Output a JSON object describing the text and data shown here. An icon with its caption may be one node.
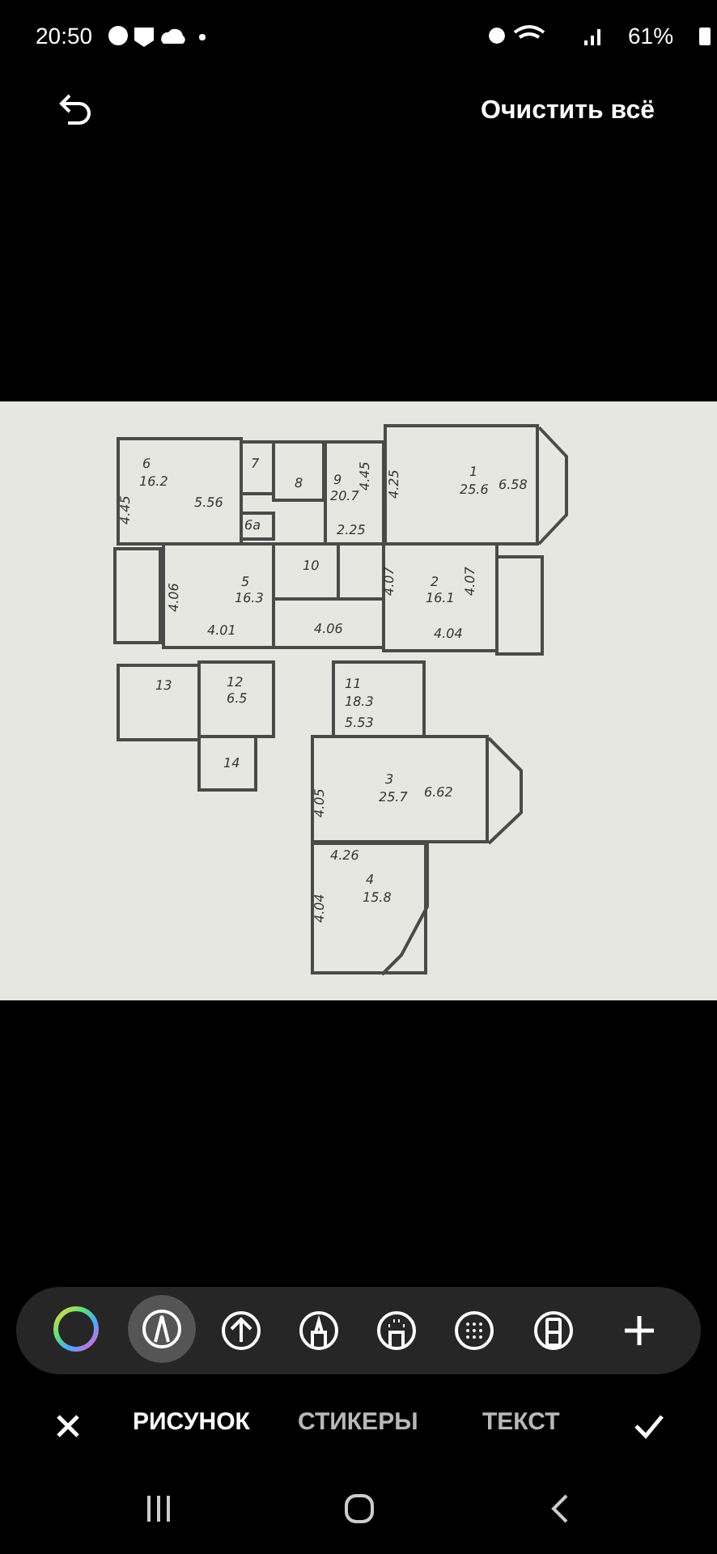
{
  "diagram": {
    "nodes": [
      {
        "text": [
          "6",
          "16.2",
          "5.56",
          "4.45"
        ]
      },
      {
        "text": [
          "7"
        ]
      },
      {
        "text": [
          "6а"
        ]
      },
      {
        "text": [
          "8"
        ]
      },
      {
        "text": [
          "9",
          "20.7",
          "4.45",
          "2.25"
        ]
      },
      {
        "text": [
          "1",
          "25.6",
          "6.58",
          "4.25"
        ]
      },
      {
        "text": [],
        "shape": "box"
      },
      {
        "text": [
          "5",
          "16.3",
          "4.06",
          "4.01"
        ]
      },
      {
        "text": [
          "10"
        ]
      },
      {
        "text": [
          "4.06"
        ]
      },
      {
        "text": [
          "2",
          "16.1",
          "4.07",
          "4.07",
          "4.04"
        ]
      },
      {
        "text": [],
        "shape": "box"
      },
      {
        "text": [
          "13"
        ]
      },
      {
        "text": [
          "12",
          "6.5"
        ]
      },
      {
        "text": [
          "11",
          "18.3",
          "5.53"
        ]
      },
      {
        "text": [
          "14"
        ]
      },
      {
        "text": [
          "3",
          "25.7",
          "6.62",
          "4.05"
        ]
      },
      {
        "text": [
          "4",
          "15.8",
          "4.26",
          "4.04"
        ]
      }
    ],
    "labels": [
      "20:50",
      "61%",
      "Очистить всё",
      "РИСУНОК",
      "СТИКЕРЫ",
      "ТЕКСТ"
    ]
  }
}
